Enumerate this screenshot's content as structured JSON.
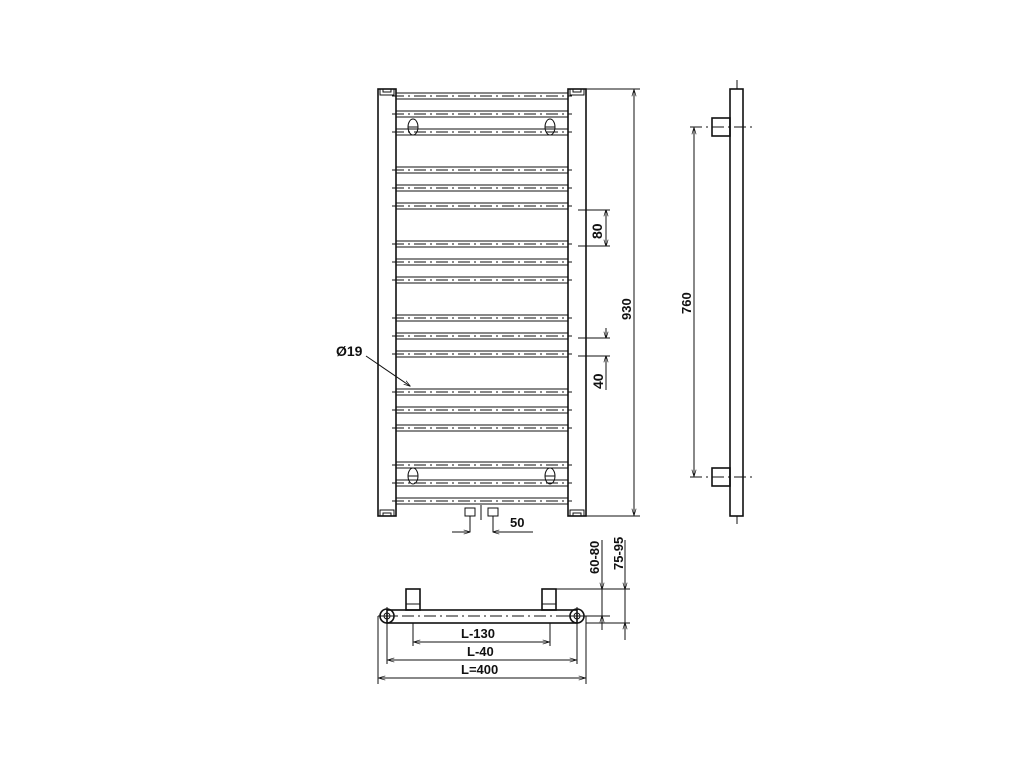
{
  "front_view": {
    "dim_spacing_large": "80",
    "dim_spacing_small": "40",
    "dim_total_height": "930",
    "dim_tube_diameter": "Ø19",
    "dim_connection_spacing": "50"
  },
  "side_view": {
    "dim_mount_spacing": "760"
  },
  "top_view": {
    "dim_wall_near": "60-80",
    "dim_wall_far": "75-95",
    "dim_width_inner": "L-130",
    "dim_width_mid": "L-40",
    "dim_width_total": "L=400"
  },
  "colors": {
    "line": "#111111",
    "background": "#ffffff"
  }
}
